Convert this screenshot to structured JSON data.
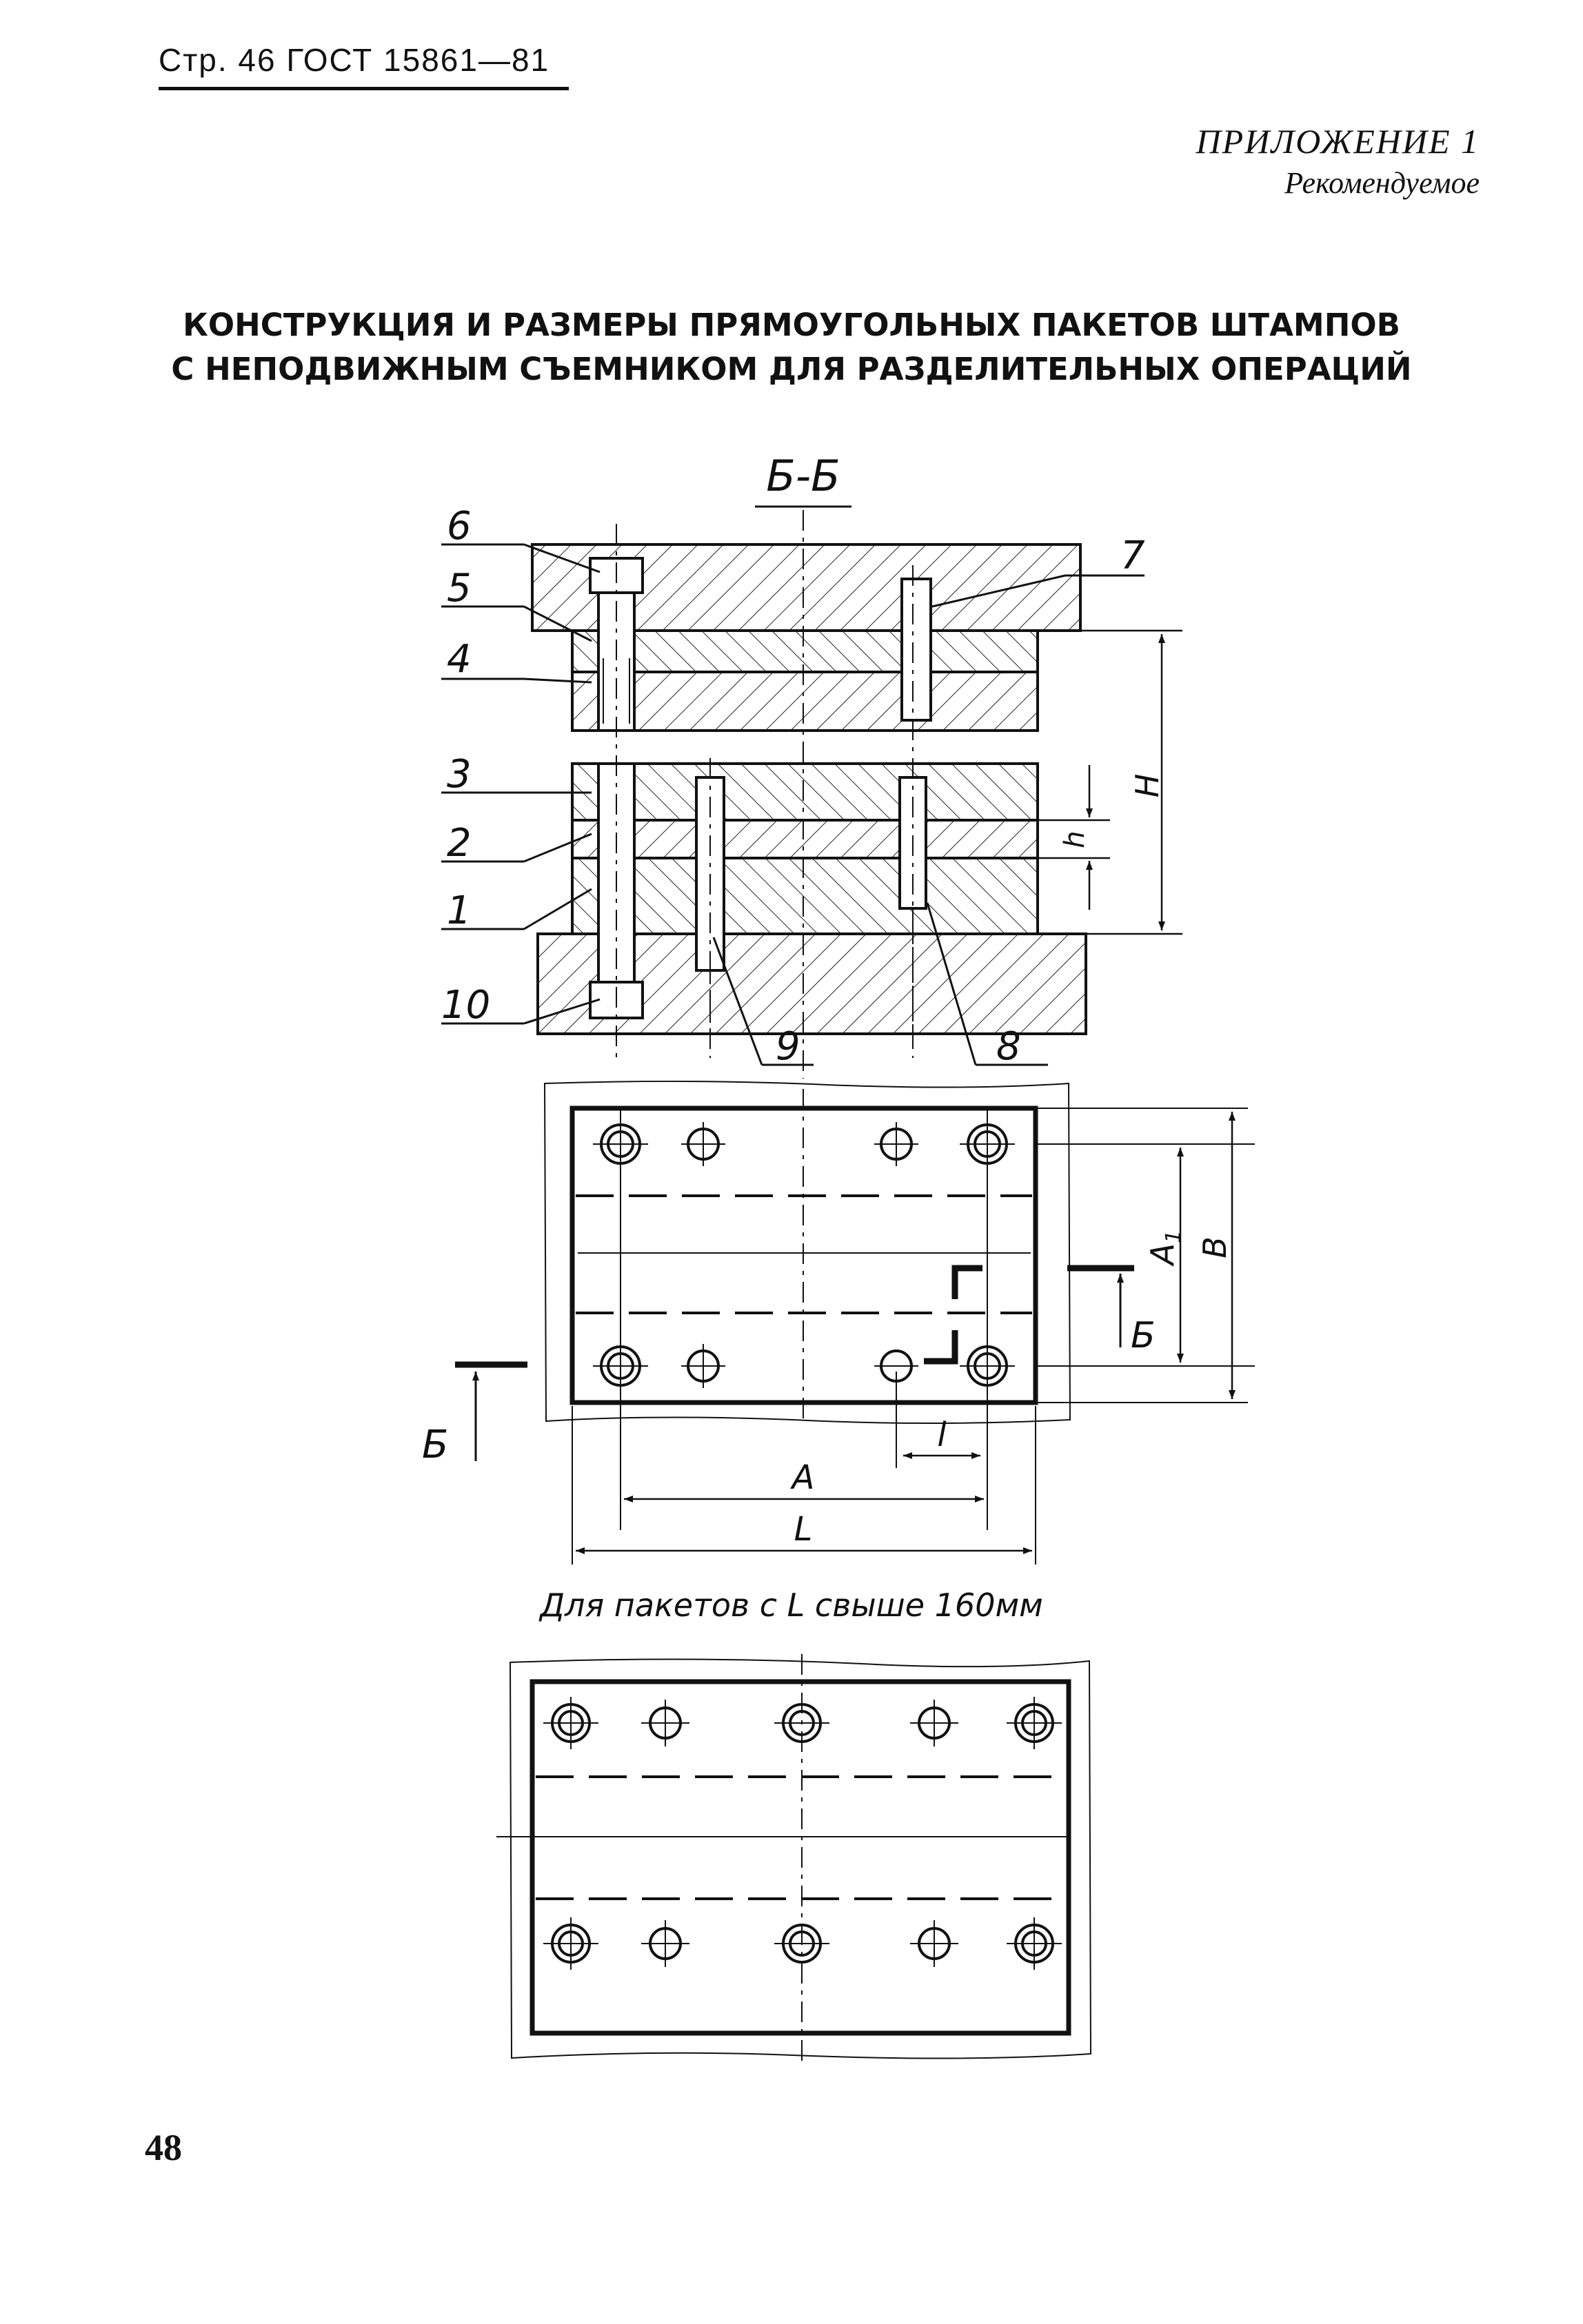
{
  "header": {
    "text": "Стр. 46 ГОСТ 15861—81"
  },
  "appendix": {
    "title": "ПРИЛОЖЕНИЕ 1",
    "subtitle": "Рекомендуемое"
  },
  "title": {
    "line1": "КОНСТРУКЦИЯ И РАЗМЕРЫ ПРЯМОУГОЛЬНЫХ ПАКЕТОВ ШТАМПОВ",
    "line2": "С НЕПОДВИЖНЫМ СЪЕМНИКОМ ДЛЯ РАЗДЕЛИТЕЛЬНЫХ ОПЕРАЦИЙ"
  },
  "drawing": {
    "section_label": "Б-Б",
    "part_labels": [
      "6",
      "5",
      "4",
      "3",
      "2",
      "1",
      "10",
      "9",
      "8",
      "7"
    ],
    "dims": {
      "H": "H",
      "h": "h",
      "A1": "A",
      "A1_sub": "1",
      "B": "B",
      "A": "A",
      "L": "L",
      "l": "l"
    },
    "section_mark": "Б",
    "caption": "Для пакетов с L свыше 160мм"
  },
  "page_number": "48"
}
